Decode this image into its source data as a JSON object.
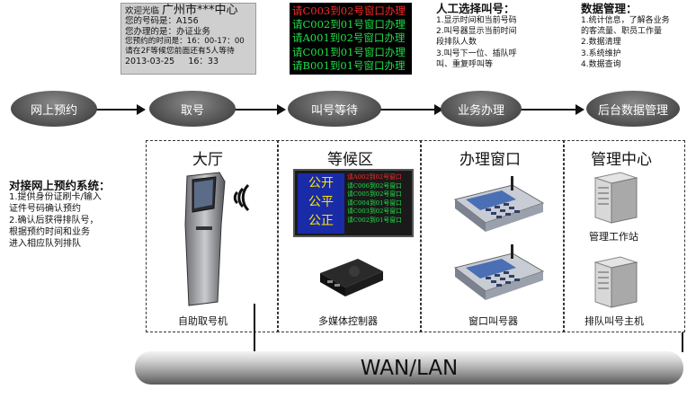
{
  "ticket_screen": {
    "lines": [
      "欢迎光临",
      "广州市***中心",
      "您的号码是：A156",
      "您办理的是：办证业务",
      "您预约的时间是：16：00-17：00",
      "请在2F等候您前面还有5人等待",
      "2013-03-25",
      "16：33"
    ]
  },
  "led_board": {
    "lines": [
      "请C003到02号窗口办理",
      "请C002到01号窗口办理",
      "请A001到02号窗口办理",
      "请C001到01号窗口办理",
      "请B001到01号窗口办理"
    ],
    "first_color": "#ff2a2a",
    "rest_color": "#21e04a"
  },
  "manual_call": {
    "title": "人工选择叫号：",
    "items": [
      "1.显示时间和当前号码",
      "2.叫号器显示当前时间",
      "段排队人数",
      "3.叫号下一位、插队呼",
      "叫、重复呼叫等"
    ]
  },
  "data_mgmt": {
    "title": "数据管理：",
    "items": [
      "1.统计信息，了解各业务",
      "的客流量、职员工作量",
      "2.数据清理",
      "3.系统维护",
      "4.数据查询"
    ]
  },
  "flow_steps": [
    "网上预约",
    "取号",
    "叫号等待",
    "业务办理",
    "后台数据管理"
  ],
  "online_note": {
    "title": "对接网上预约系统：",
    "items": [
      "1.提供身份证刷卡/输入",
      "证件号码确认预约",
      "2.确认后获得排队号，",
      "根据预约时间和业务",
      "进入相应队列排队"
    ]
  },
  "sections": {
    "hall": {
      "title": "大厅",
      "device": "自助取号机",
      "device_icon": "kiosk-icon"
    },
    "waiting": {
      "title": "等候区",
      "device": "多媒体控制器",
      "device_icon": "media-controller-icon"
    },
    "window": {
      "title": "办理窗口",
      "device": "窗口叫号器",
      "device_icon": "keypad-icon"
    },
    "mgmt": {
      "title": "管理中心",
      "devices": [
        "管理工作站",
        "排队叫号主机"
      ],
      "device_icon": "server-icon"
    }
  },
  "hall_screen": {
    "left_lines": [
      "公开",
      "公平",
      "公正"
    ],
    "rows": [
      "请A002到02号窗口",
      "请C006到02号窗口",
      "请C005到02号窗口",
      "请C004到01号窗口",
      "请C003到02号窗口",
      "请C002到01号窗口"
    ],
    "left_color": "#ffe600",
    "first_row_color": "#ff2a2a",
    "rest_row_color": "#21e04a"
  },
  "network": {
    "label": "WAN/LAN"
  }
}
